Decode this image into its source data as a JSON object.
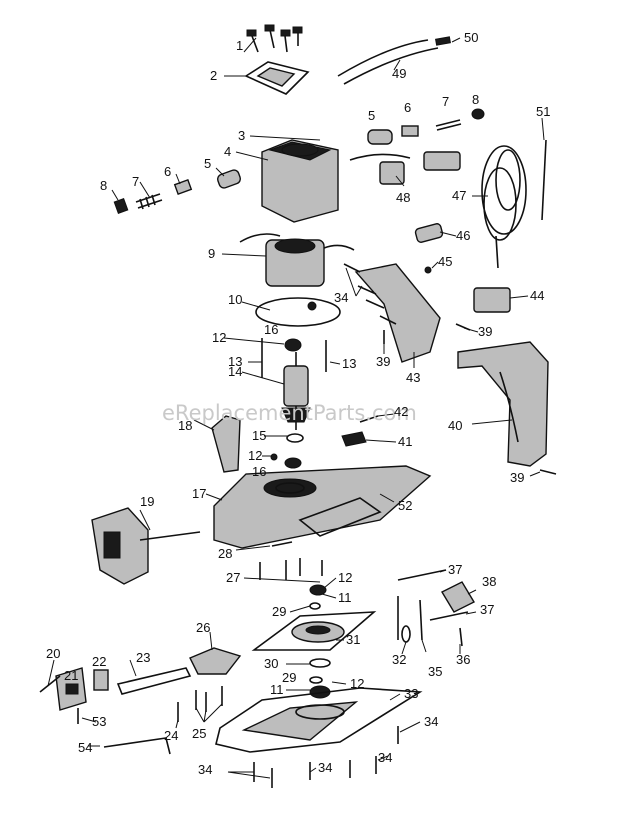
{
  "watermark": "eReplacementParts.com",
  "labels": [
    "1",
    "2",
    "3",
    "4",
    "5",
    "6",
    "7",
    "8",
    "5",
    "6",
    "7",
    "8",
    "9",
    "10",
    "12",
    "16",
    "13",
    "13",
    "14",
    "15",
    "12",
    "16",
    "18",
    "17",
    "19",
    "28",
    "27",
    "12",
    "11",
    "29",
    "31",
    "26",
    "20",
    "21",
    "22",
    "23",
    "24",
    "25",
    "30",
    "29",
    "11",
    "12",
    "33",
    "34",
    "34",
    "34",
    "34",
    "53",
    "54",
    "52",
    "50",
    "49",
    "51",
    "48",
    "47",
    "46",
    "45",
    "44",
    "34",
    "39",
    "43",
    "39",
    "40",
    "39",
    "42",
    "41",
    "37",
    "38",
    "37",
    "32",
    "35",
    "36"
  ]
}
